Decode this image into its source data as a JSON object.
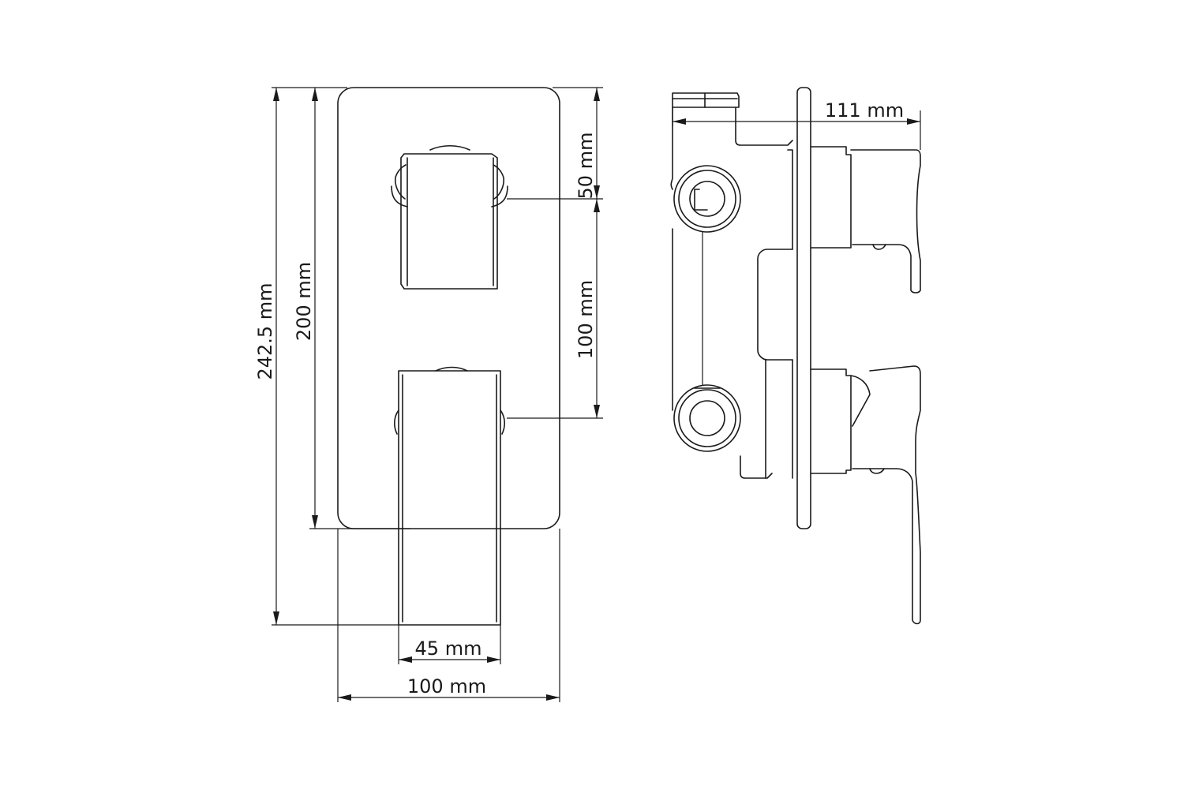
{
  "dimensions": {
    "total_height": "242.5 mm",
    "plate_height": "200 mm",
    "top_offset": "50 mm",
    "handle_spacing": "100 mm",
    "handle_width": "45 mm",
    "plate_width": "100 mm",
    "projection": "111 mm"
  }
}
